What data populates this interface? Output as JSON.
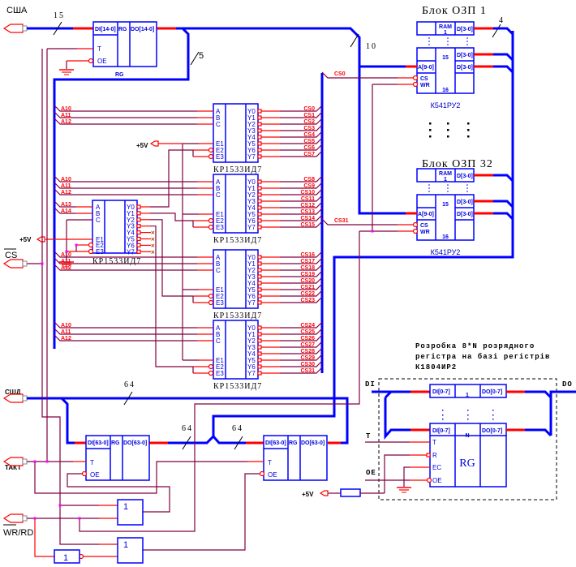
{
  "signals": {
    "address_bus": "СШA",
    "data_bus": "СШД",
    "clock": "ТАКТ",
    "wr_rd": "WR/RD",
    "cs": "CS",
    "plus5v_decoders": "+5V",
    "plus5v_high_decoder": "+5V",
    "plus5v_register": "+5V"
  },
  "bus_widths": {
    "address": "15",
    "address_high": "5",
    "ram_address": "10",
    "ram_data": "4",
    "data_in": "64",
    "data_mid_1": "64",
    "data_mid_2": "64"
  },
  "address_register": {
    "input": "DI[14-0]",
    "type": "RG",
    "output": "DO[14-0]",
    "clock": "T",
    "output_enable": "OE",
    "label": "RG"
  },
  "data_registers": [
    {
      "input": "DI[63-0]",
      "type": "RG",
      "output": "DO[63-0]",
      "clock": "T",
      "output_enable": "OE"
    },
    {
      "input": "DI[63-0]",
      "type": "RG",
      "output": "DO[63-0]",
      "clock": "T",
      "output_enable": "OE"
    }
  ],
  "decoders": [
    {
      "label": "КР1533ИД7",
      "inputs": [
        "A10",
        "A11",
        "A12"
      ],
      "in_pins": [
        "A",
        "B",
        "C",
        "E1",
        "E2",
        "E3"
      ],
      "out_pins": [
        "Y0",
        "Y1",
        "Y2",
        "Y3",
        "Y4",
        "Y5",
        "Y6",
        "Y7"
      ],
      "outputs": [
        "CS0",
        "CS1",
        "CS2",
        "CS3",
        "CS4",
        "CS5",
        "CS6",
        "CS7"
      ]
    },
    {
      "label": "КР1533ИД7",
      "inputs": [
        "A10",
        "A11",
        "A12"
      ],
      "in_pins": [
        "A",
        "B",
        "C",
        "E1",
        "E2",
        "E3"
      ],
      "out_pins": [
        "Y0",
        "Y1",
        "Y2",
        "Y3",
        "Y4",
        "Y5",
        "Y6",
        "Y7"
      ],
      "outputs": [
        "CS8",
        "CS9",
        "CS10",
        "CS11",
        "CS12",
        "CS13",
        "CS14",
        "CS15"
      ]
    },
    {
      "label": "КР1533ИД7",
      "inputs": [
        "A10",
        "A11",
        "A12"
      ],
      "in_pins": [
        "A",
        "B",
        "C",
        "E1",
        "E2",
        "E3"
      ],
      "out_pins": [
        "Y0",
        "Y1",
        "Y2",
        "Y3",
        "Y4",
        "Y5",
        "Y6",
        "Y7"
      ],
      "outputs": [
        "CS16",
        "CS17",
        "CS18",
        "CS19",
        "CS20",
        "CS21",
        "CS22",
        "CS23"
      ]
    },
    {
      "label": "КР1533ИД7",
      "inputs": [
        "A10",
        "A11",
        "A12"
      ],
      "in_pins": [
        "A",
        "B",
        "C",
        "E1",
        "E2",
        "E3"
      ],
      "out_pins": [
        "Y0",
        "Y1",
        "Y2",
        "Y3",
        "Y4",
        "Y5",
        "Y6",
        "Y7"
      ],
      "outputs": [
        "CS24",
        "CS25",
        "CS26",
        "CS27",
        "CS28",
        "CS29",
        "CS30",
        "CS31"
      ]
    }
  ],
  "high_decoder": {
    "label": "КР1533ИД7",
    "inputs": [
      "A13",
      "A14"
    ],
    "in_pins": [
      "A",
      "B",
      "C",
      "E1",
      "E2",
      "E3"
    ],
    "out_pins": [
      "Y0",
      "Y1",
      "Y2",
      "Y3",
      "Y4",
      "Y5",
      "Y6",
      "Y7"
    ],
    "unused_mark": "×"
  },
  "ram_blocks": [
    {
      "title": "Блок ОЗП 1",
      "chip": "К541РУ2",
      "type": "RAM",
      "first": "1",
      "mid": "15",
      "last": "16",
      "address": "A[9-0]",
      "data": "D[3-0]",
      "cs": "CS",
      "wr": "WR",
      "cs_signal": "CS0"
    },
    {
      "title": "Блок ОЗП 32",
      "chip": "К541РУ2",
      "type": "RAM",
      "first": "1",
      "mid": "15",
      "last": "16",
      "address": "A[9-0]",
      "data": "D[3-0]",
      "cs": "CS",
      "wr": "WR",
      "cs_signal": "CS31"
    }
  ],
  "gates": [
    "1",
    "1"
  ],
  "inverter": "1",
  "register_design": {
    "caption": [
      "Розробка 8*N розрядного",
      "регістра на базі регістрів",
      "К1804ИР2"
    ],
    "di": "DI",
    "do": "DO",
    "t": "T",
    "oe": "OE",
    "first_index": "1",
    "last_index": "N",
    "input": "DI[0-7]",
    "output": "DO[0-7]",
    "pins": [
      "T",
      "R",
      "EC",
      "OE"
    ],
    "type": "RG"
  },
  "colors": {
    "bus": "#0000ff",
    "signal": "#ff0000",
    "wire": "#800040",
    "junction": "#ff00ff"
  }
}
